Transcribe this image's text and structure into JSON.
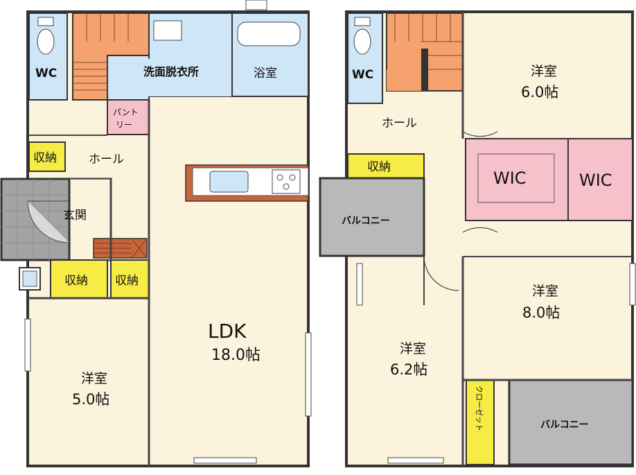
{
  "floor1": {
    "wc": "WC",
    "washroom": "洗面脱衣所",
    "bath": "浴室",
    "pantry_line1": "パント",
    "pantry_line2": "リー",
    "storage_hall": "収納",
    "hall": "ホール",
    "entrance": "玄関",
    "storage_a": "収納",
    "storage_b": "収納",
    "ldk_name": "LDK",
    "ldk_size": "18.0帖",
    "western_name": "洋室",
    "western_size": "5.0帖"
  },
  "floor2": {
    "wc": "WC",
    "hall": "ホール",
    "storage": "収納",
    "balcony_west": "バルコニー",
    "wic_1": "WIC",
    "wic_2": "WIC",
    "western_ne_name": "洋室",
    "western_ne_size": "6.0帖",
    "western_e_name": "洋室",
    "western_e_size": "8.0帖",
    "western_s_name": "洋室",
    "western_s_size": "6.2帖",
    "closet": "クローゼット",
    "balcony_south": "バルコニー"
  },
  "colors": {
    "room": "#fbf3dc",
    "wet": "#cfe6f7",
    "stairs": "#f5a26e",
    "storage": "#f7ec45",
    "wic": "#f6c1cb",
    "pantry": "#f6c1cb",
    "balcony": "#b9b9b9",
    "tile": "#a3a3a3",
    "wood": "#c8643c",
    "wall": "#333333"
  }
}
